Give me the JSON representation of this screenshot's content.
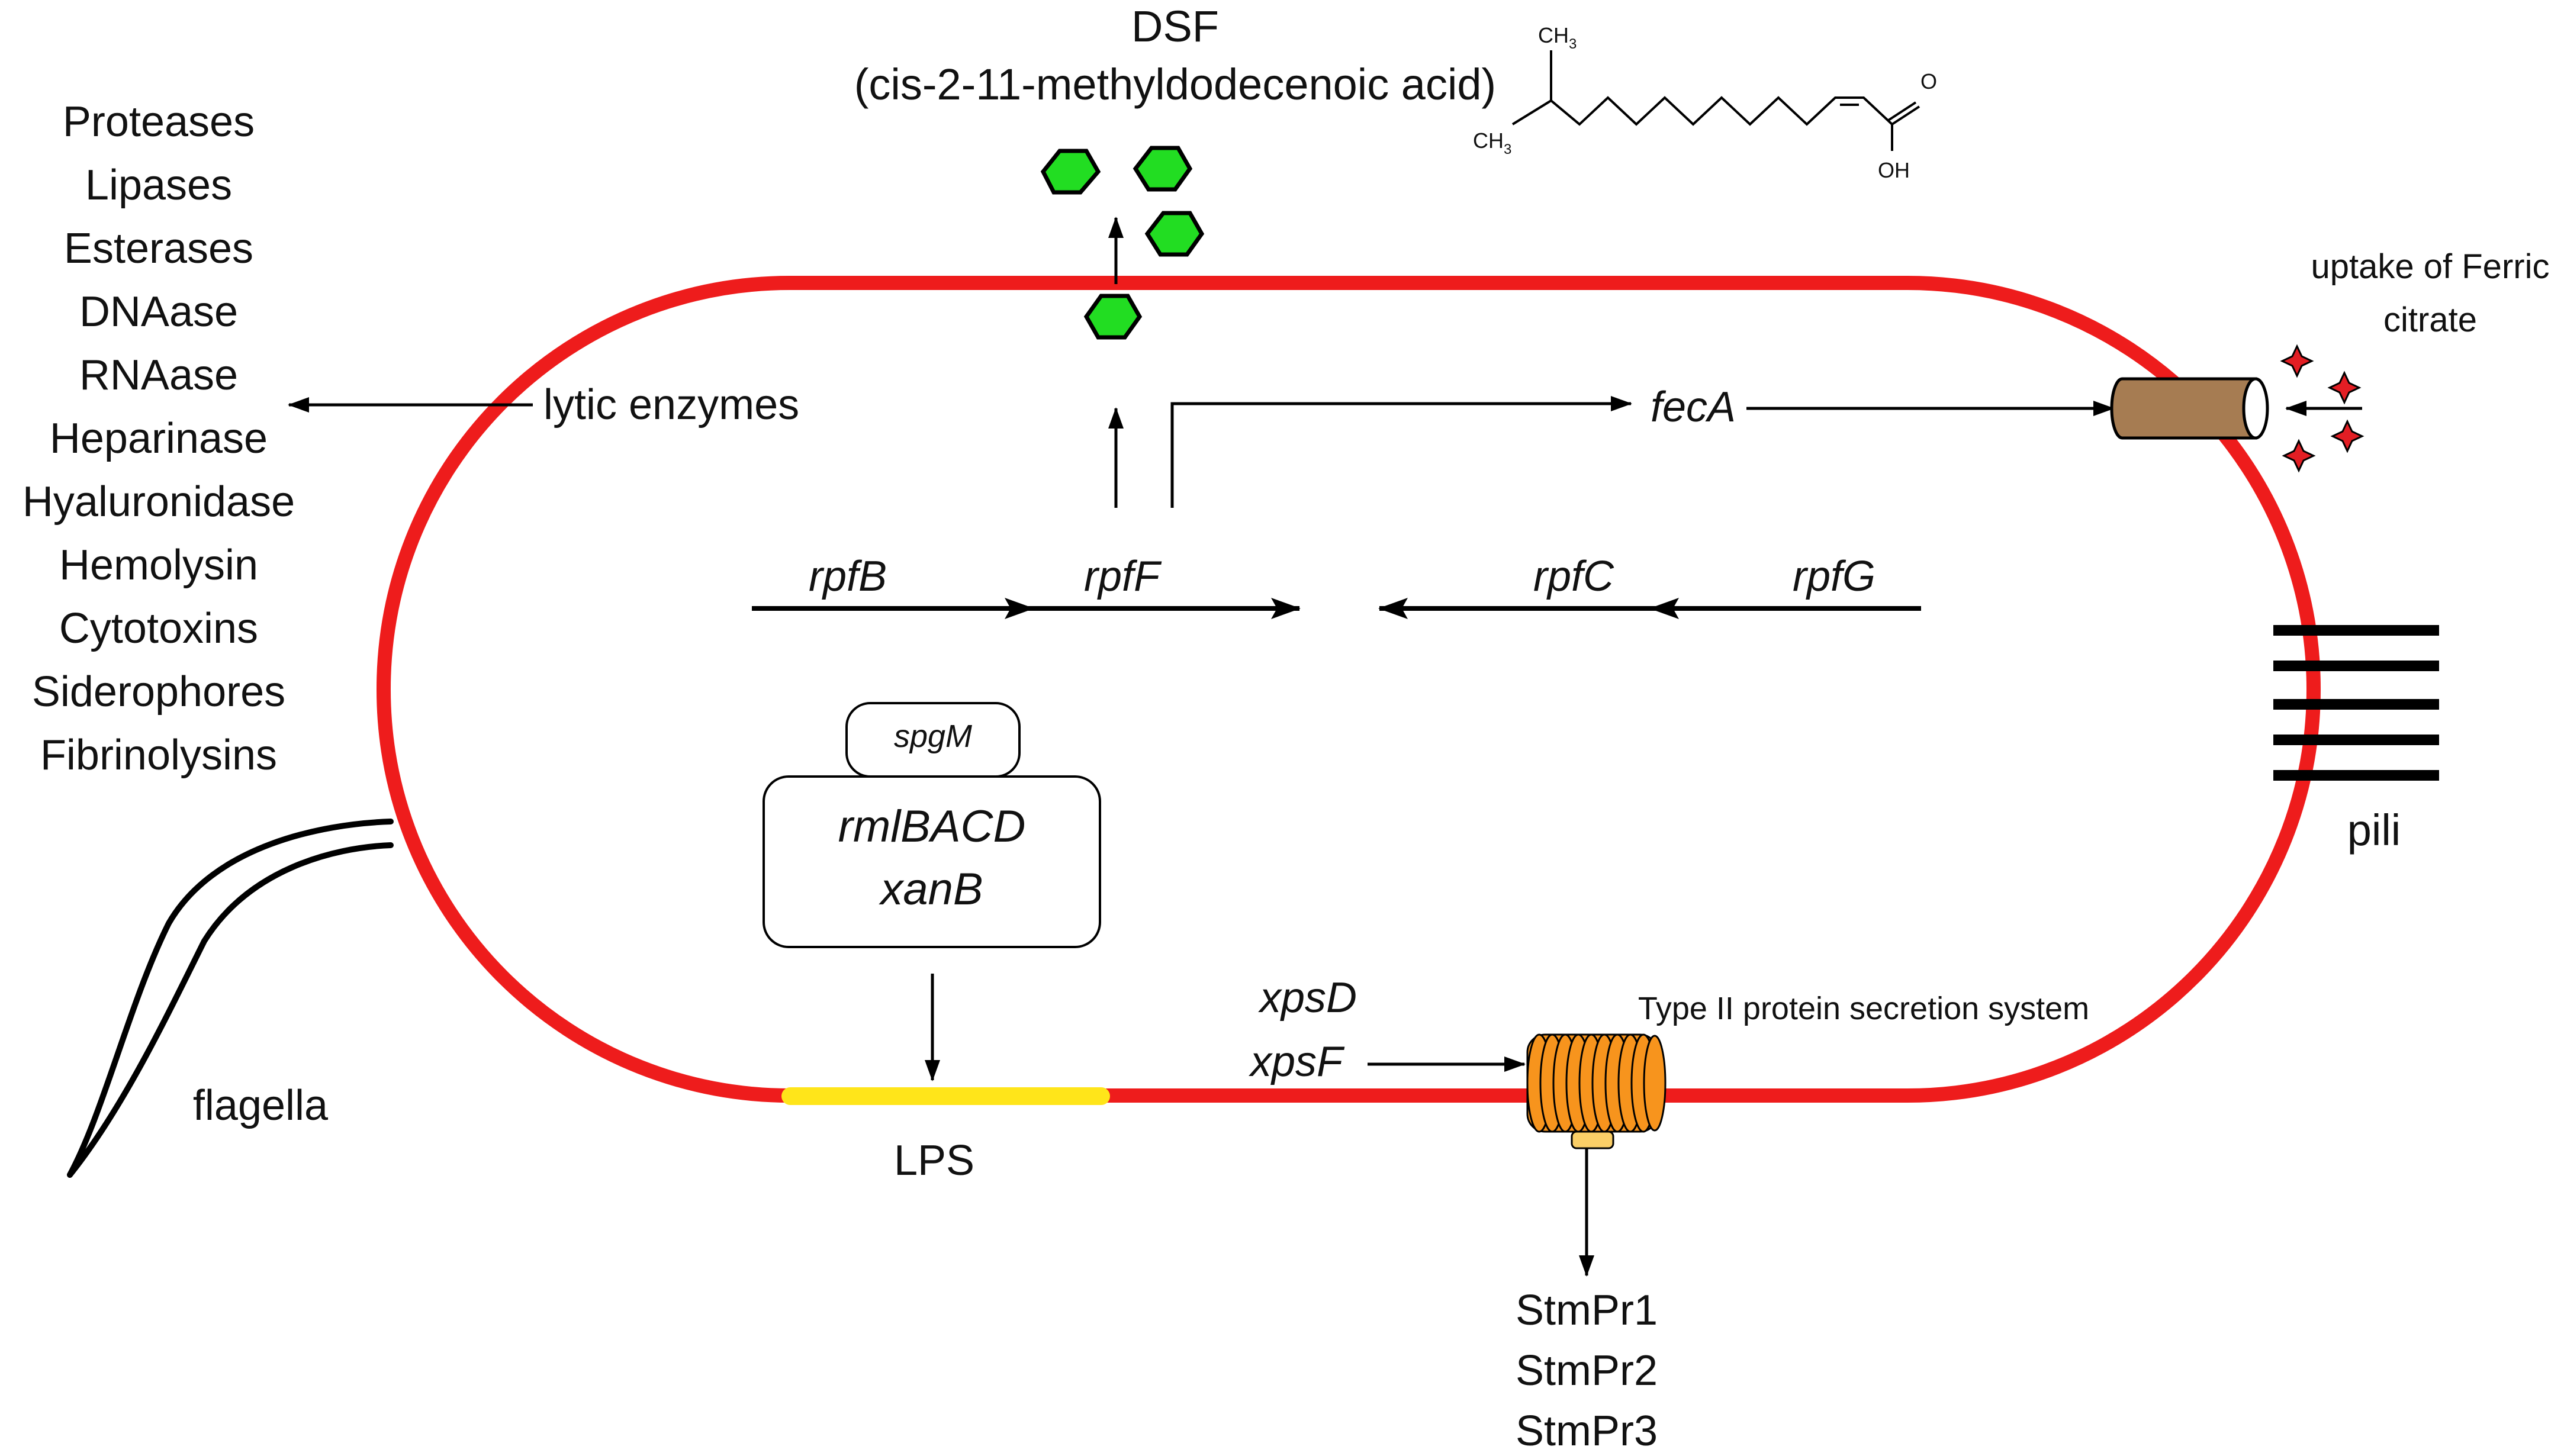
{
  "dsf": {
    "title": "DSF",
    "subtitle": "(cis-2-11-methyldodecenoic acid)",
    "structure_labels": {
      "ch3_top": "CH",
      "ch3_left": "CH",
      "sub": "3",
      "carbonyl_o": "O",
      "hydroxyl": "OH"
    }
  },
  "lytic": {
    "label": "lytic enzymes",
    "list": [
      "Proteases",
      "Lipases",
      "Esterases",
      "DNAase",
      "RNAase",
      "Heparinase",
      "Hyaluronidase",
      "Hemolysin",
      "Cytotoxins",
      "Siderophores",
      "Fibrinolysins"
    ]
  },
  "genes": {
    "rpfB": "rpfB",
    "rpfF": "rpfF",
    "rpfC": "rpfC",
    "rpfG": "rpfG",
    "fecA": "fecA",
    "spgM": "spgM",
    "rml_line1": "rmlBACD",
    "rml_line2": "xanB",
    "xpsD": "xpsD",
    "xpsF": "xpsF"
  },
  "labels": {
    "ferric_line1": "uptake of Ferric",
    "ferric_line2": "citrate",
    "pili": "pili",
    "flagella": "flagella",
    "lps": "LPS",
    "t2ss": "Type II protein secretion system"
  },
  "secreted": [
    "StmPr1",
    "StmPr2",
    "StmPr3"
  ],
  "colors": {
    "membrane": "#ee1c1c",
    "dsf_molecule": "#22dd22",
    "lps_band": "#ffe51a",
    "transporter": "#a67c52",
    "secretion_system": "#f7941d",
    "iron": "#e31e24"
  }
}
